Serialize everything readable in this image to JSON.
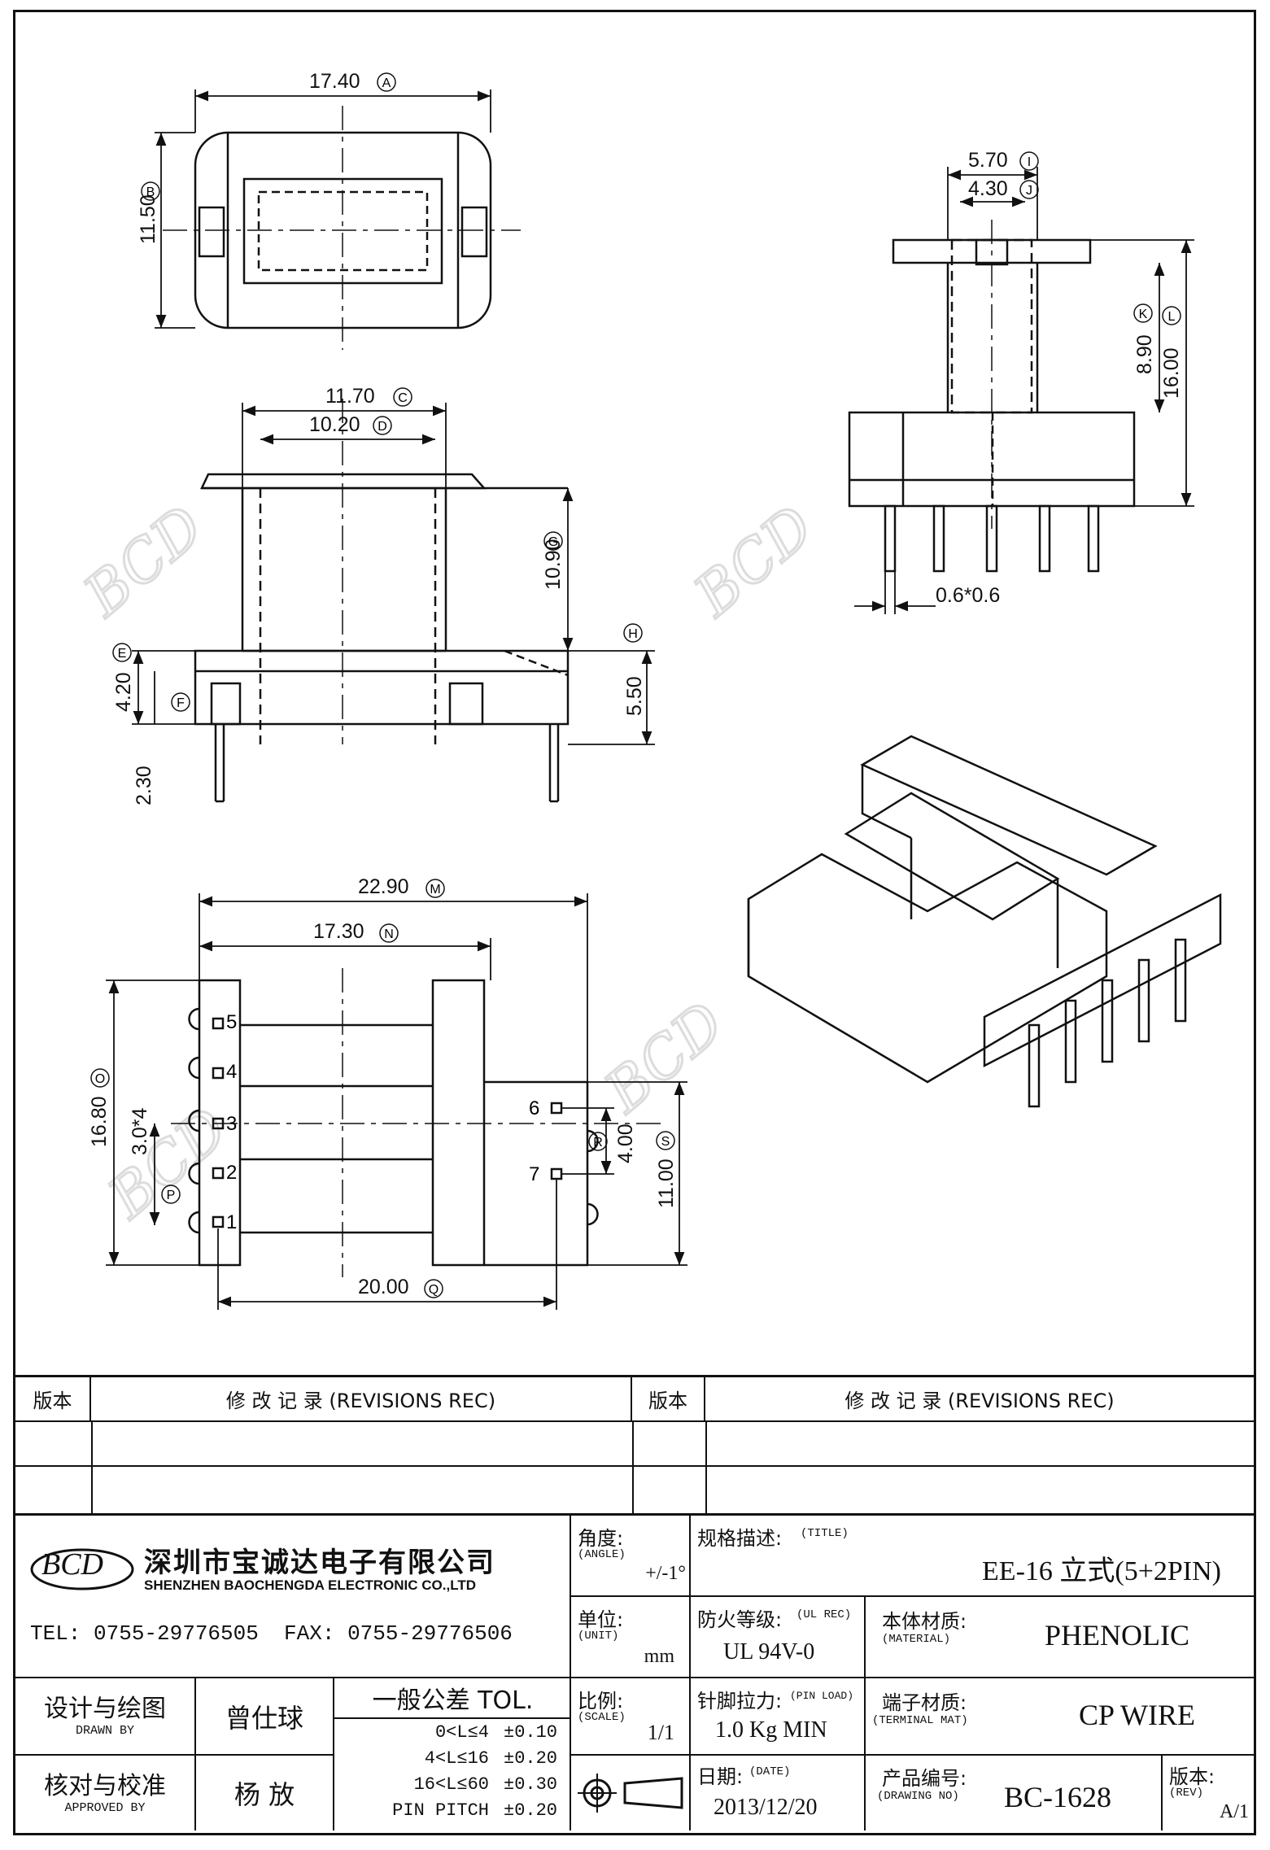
{
  "dimensions": {
    "A": "17.40",
    "B": "11.50",
    "C": "11.70",
    "D": "10.20",
    "E": "4.20",
    "F": "",
    "G": "10.90",
    "H": "5.50",
    "pin_len": "2.30",
    "I": "5.70",
    "J": "4.30",
    "K": "8.90",
    "L": "16.00",
    "pin_size": "0.6*0.6",
    "M": "22.90",
    "N": "17.30",
    "O": "16.80",
    "P": "3.0*4",
    "Q": "20.00",
    "R": "4.00",
    "S": "11.00"
  },
  "markers": {
    "A": "A",
    "B": "B",
    "C": "C",
    "D": "D",
    "E": "E",
    "F": "F",
    "G": "G",
    "H": "H",
    "I": "I",
    "J": "J",
    "K": "K",
    "L": "L",
    "M": "M",
    "N": "N",
    "O": "O",
    "P": "P",
    "Q": "Q",
    "R": "R",
    "S": "S"
  },
  "pins": [
    "5",
    "4",
    "3",
    "2",
    "1",
    "6",
    "7"
  ],
  "watermark": "BCD",
  "revisions": {
    "version_label": "版本",
    "record_label": "修 改 记 录 (REVISIONS REC)"
  },
  "company": {
    "logo": "BCD",
    "name_cn": "深圳市宝诚达电子有限公司",
    "name_en": "SHENZHEN BAOCHENGDA ELECTRONIC CO.,LTD",
    "tel_fax": "TEL: 0755-29776505  FAX: 0755-29776506"
  },
  "angle": {
    "label": "角度:",
    "sub": "(ANGLE)",
    "value": "+/-1°"
  },
  "title": {
    "label": "规格描述:",
    "sub": "(TITLE)",
    "value": "EE-16 立式(5+2PIN)"
  },
  "unit": {
    "label": "单位:",
    "sub": "(UNIT)",
    "value": "mm"
  },
  "ul_rec": {
    "label": "防火等级:",
    "sub": "(UL REC)",
    "value": "UL 94V-0"
  },
  "material": {
    "label": "本体材质:",
    "sub": "(MATERIAL)",
    "value": "PHENOLIC"
  },
  "drawn_by": {
    "label": "设计与绘图",
    "sub": "DRAWN BY",
    "value": "曾仕球"
  },
  "tolerance": {
    "title": "一般公差 TOL.",
    "rows": [
      {
        "range": "0<L≤4",
        "tol": "±0.10"
      },
      {
        "range": "4<L≤16",
        "tol": "±0.20"
      },
      {
        "range": "16<L≤60",
        "tol": "±0.30"
      },
      {
        "range": "PIN PITCH",
        "tol": "±0.20"
      }
    ]
  },
  "scale": {
    "label": "比例:",
    "sub": "(SCALE)",
    "value": "1/1"
  },
  "pin_load": {
    "label": "针脚拉力:",
    "sub": "(PIN LOAD)",
    "value": "1.0 Kg MIN"
  },
  "terminal": {
    "label": "端子材质:",
    "sub": "(TERMINAL MAT)",
    "value": "CP WIRE"
  },
  "approved_by": {
    "label": "核对与校准",
    "sub": "APPROVED BY",
    "value": "杨 放"
  },
  "date": {
    "label": "日期:",
    "sub": "(DATE)",
    "value": "2013/12/20"
  },
  "drawing_no": {
    "label": "产品编号:",
    "sub": "(DRAWING NO)",
    "value": "BC-1628"
  },
  "rev": {
    "label": "版本:",
    "sub": "(REV)",
    "value": "A/1"
  }
}
